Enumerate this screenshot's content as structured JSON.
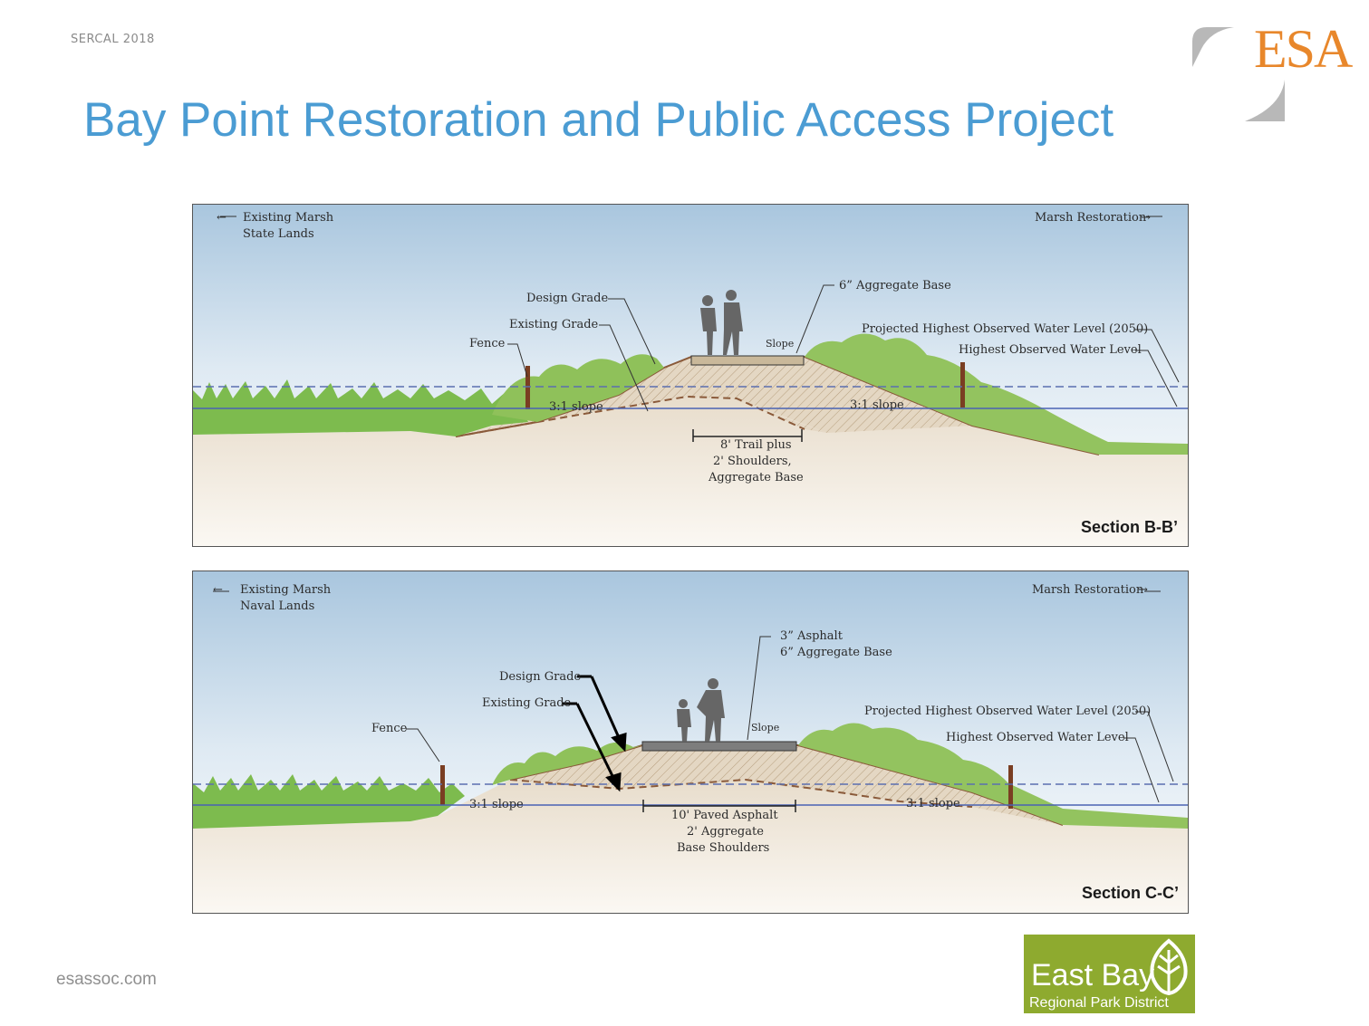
{
  "header": {
    "conference": "SERCAL 2018",
    "title": "Bay Point Restoration and Public Access Project",
    "logo_text": "ESA",
    "logo_color": "#e8872b",
    "title_color": "#4b9cd3"
  },
  "section_b": {
    "left_label_1": "Existing Marsh",
    "left_label_2": "State Lands",
    "right_label": "Marsh Restoration",
    "design_grade": "Design Grade",
    "existing_grade": "Existing Grade",
    "fence": "Fence",
    "base": "6” Aggregate Base",
    "slope_arrow": "Slope",
    "projected_level": "Projected Highest Observed Water Level (2050)",
    "highest_level": "Highest Observed Water Level",
    "slope_left": "3:1 slope",
    "slope_right": "3:1 slope",
    "trail_1": "8' Trail plus",
    "trail_2": "2' Shoulders,",
    "trail_3": "Aggregate Base",
    "section_name": "Section B-B’"
  },
  "section_c": {
    "left_label_1": "Existing Marsh",
    "left_label_2": "Naval Lands",
    "right_label": "Marsh Restoration",
    "asphalt_1": "3” Asphalt",
    "asphalt_2": "6” Aggregate Base",
    "design_grade": "Design Grade",
    "existing_grade": "Existing Grade",
    "fence": "Fence",
    "slope_arrow": "Slope",
    "projected_level": "Projected Highest Observed Water Level (2050)",
    "highest_level": "Highest Observed Water Level",
    "slope_left": "3:1 slope",
    "slope_right": "3:1 slope",
    "trail_1": "10' Paved Asphalt",
    "trail_2": "2' Aggregate",
    "trail_3": "Base Shoulders",
    "section_name": "Section C-C’"
  },
  "footer": {
    "website": "esassoc.com",
    "park_line_1": "East Bay",
    "park_line_2": "Regional Park District",
    "park_color": "#8eaa2f"
  }
}
